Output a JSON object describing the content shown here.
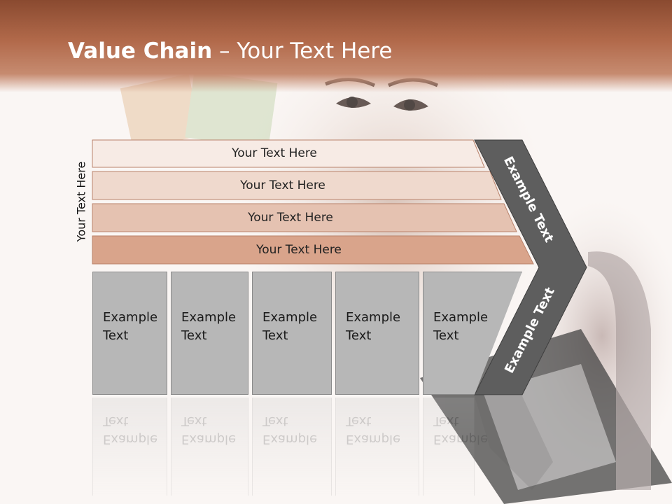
{
  "slide": {
    "title_bold": "Value Chain",
    "title_rest": " – Your Text Here",
    "vertical_label": "Your Text Here"
  },
  "bars": [
    {
      "label": "Your Text Here",
      "color": "#f7ebe5"
    },
    {
      "label": "Your Text Here",
      "color": "#efd9cd"
    },
    {
      "label": "Your Text Here",
      "color": "#e5c2b1"
    },
    {
      "label": "Your Text Here",
      "color": "#d9a48b"
    }
  ],
  "blocks": [
    {
      "line1": "Example",
      "line2": "Text"
    },
    {
      "line1": "Example",
      "line2": "Text"
    },
    {
      "line1": "Example",
      "line2": "Text"
    },
    {
      "line1": "Example",
      "line2": "Text"
    },
    {
      "line1": "Example",
      "line2": "Text"
    }
  ],
  "chevron": {
    "upper_text": "Example Text",
    "lower_text": "Example Text",
    "color": "#5e5e5e"
  }
}
